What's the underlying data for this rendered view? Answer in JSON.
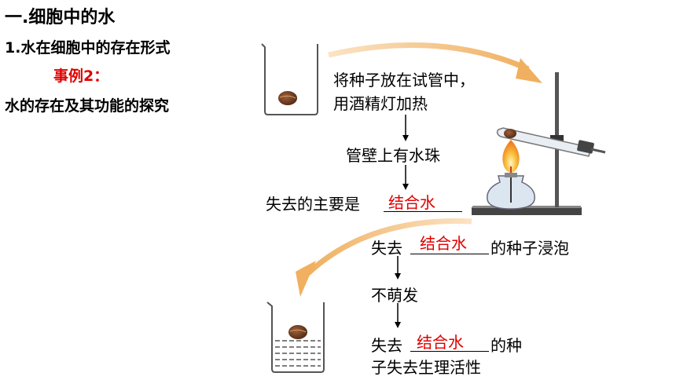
{
  "title": "一.细胞中的水",
  "subtitle": "1.水在细胞中的存在形式",
  "example": "事例2：",
  "topic": "水的存在及其功能的探究",
  "steps": {
    "step1_line1": "将种子放在试管中，",
    "step1_line2": "用酒精灯加热",
    "step2": "管壁上有水珠",
    "step3_prefix": "失去的主要是",
    "step3_answer": "结合水",
    "step4_prefix": "失去",
    "step4_answer": "结合水",
    "step4_suffix": "的种子浸泡",
    "step5": "不萌发",
    "step6_prefix": "失去",
    "step6_answer": "结合水",
    "step6_suffix": "的种",
    "step6_line2": "子失去生理活性"
  },
  "colors": {
    "answer": "#e00000",
    "curved_arrow": "#f0b060",
    "flame": "#f5a623",
    "seed": "#6b3a1e"
  },
  "icons": [
    "beaker-icon",
    "seed-icon",
    "ring-stand-icon",
    "test-tube-icon",
    "alcohol-lamp-icon",
    "beaker-with-water-icon"
  ]
}
